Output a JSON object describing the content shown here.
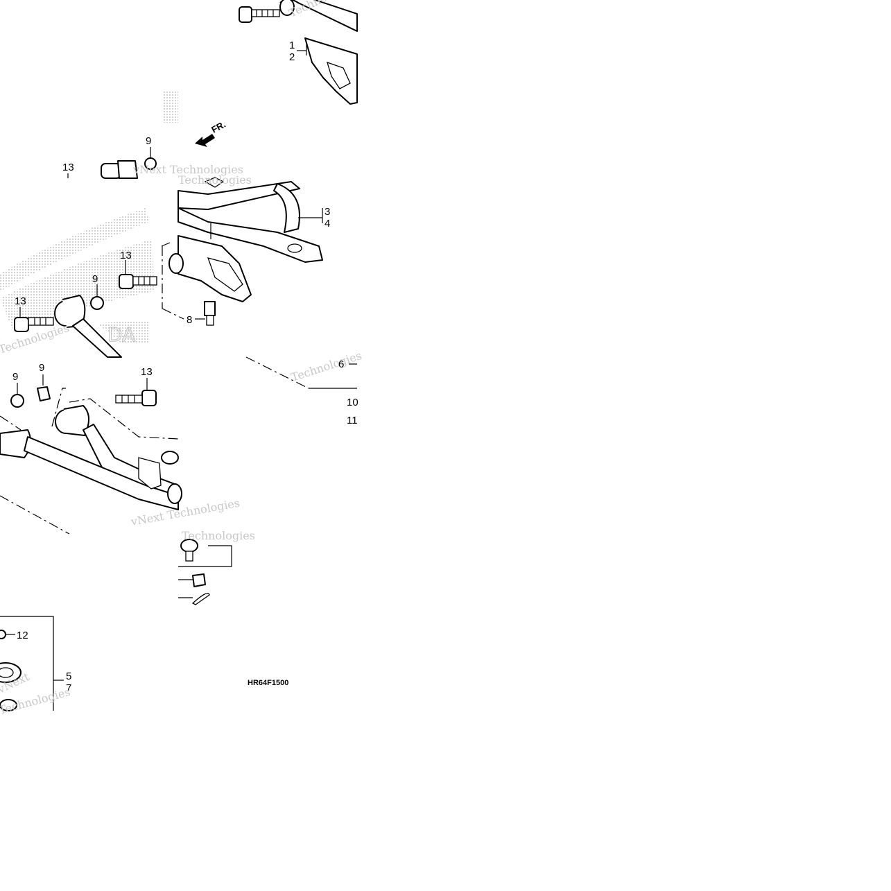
{
  "diagram": {
    "figure_code": "HR64F1500",
    "direction_marker": "FR.",
    "watermarks": [
      "vNext",
      "Technologies",
      "vNext Technologies"
    ],
    "callouts": [
      "1",
      "2",
      "3",
      "4",
      "5",
      "6",
      "7",
      "8",
      "9",
      "10",
      "11",
      "12",
      "13"
    ]
  }
}
